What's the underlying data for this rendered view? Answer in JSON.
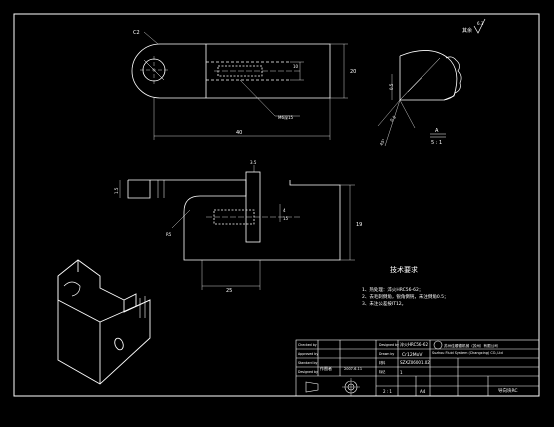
{
  "drawing": {
    "roughness_symbol": "其余",
    "roughness_value": "6.3",
    "section_label": "A",
    "section_scale": "5 : 1",
    "view_arrow_label": "A",
    "top_view_labels": {
      "hole_callout": "C2",
      "dim_total_width": "40",
      "dim_height": "20",
      "dim_slot": "10",
      "thread_note": "M6深15"
    },
    "front_view_labels": {
      "dim_top": "3.5",
      "dim_left": "1.5",
      "radius": "R5",
      "dim_right": "19",
      "dim_slot_a": "4",
      "dim_slot_b": "15",
      "dim_bottom": "25"
    },
    "detail_labels": {
      "dim_depth": "0.5",
      "dim_angle": "45°",
      "dim_chamfer": "0.5"
    }
  },
  "tech_requirements": {
    "title": "技术要求",
    "items": [
      "1、热处理：淬火HRC56-62；",
      "2、去毛刺倒角，锐角倒钝，未注倒角0.5；",
      "3、未注公差按IT12。"
    ]
  },
  "title_block": {
    "row_labels": [
      "Checked by",
      "Approved by",
      "Standard by",
      "Designed by",
      "Drawn by"
    ],
    "designer": "作图者",
    "date": "2007-6-11",
    "material": "Cr12MoV",
    "material_label": "材料",
    "drawing_no": "SZXZ06001.02",
    "heat_treatment": "淬火HRC56-62",
    "company_cn": "苏州佳顺德机械（苏州）有限公司",
    "company_en": "Suzhou Fluid System (Changxing) CO.,Ltd",
    "quantity": "1",
    "scale": "2 : 1",
    "sheet": "A4",
    "part_name": "导向块RC",
    "mark": "标记"
  }
}
